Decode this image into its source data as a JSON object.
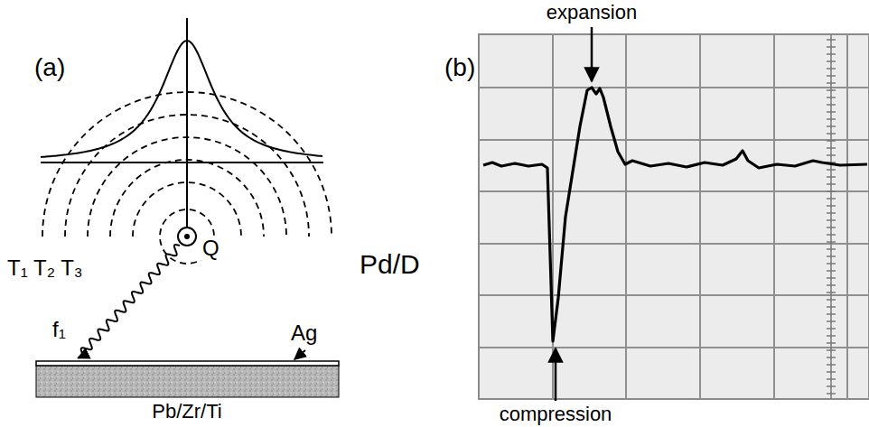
{
  "diagram": {
    "labels": [
      "(a)",
      "(b)",
      "expansion",
      "T₁ T₂ T₃",
      "Q",
      "Pd/D",
      "f₁",
      "Ag",
      "Pb/Zr/Ti",
      "compression"
    ]
  }
}
